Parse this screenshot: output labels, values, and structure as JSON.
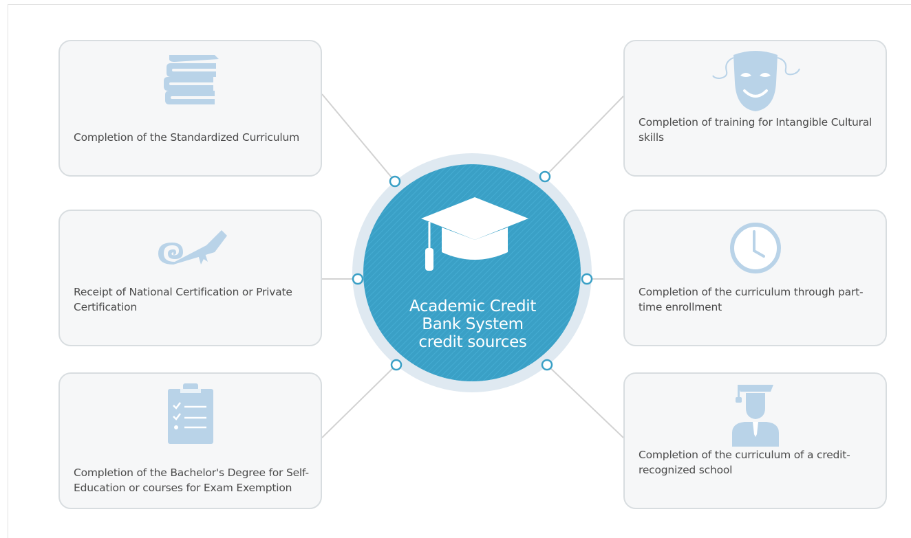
{
  "center": {
    "title_lines": [
      "Academic Credit",
      "Bank System",
      "credit sources"
    ],
    "icon": "graduation-cap-icon",
    "color": "#3aa0c6",
    "ring_color": "#dfe9f1"
  },
  "sources": [
    {
      "id": "standardized-curriculum",
      "icon": "books-icon",
      "text": "Completion of the Standardized Curriculum"
    },
    {
      "id": "certification",
      "icon": "diploma-scroll-icon",
      "text": "Receipt of National Certification or Private Certification"
    },
    {
      "id": "bachelors-self-education",
      "icon": "clipboard-checklist-icon",
      "text": "Completion of the Bachelor's Degree for Self-Education or courses for Exam Exemption"
    },
    {
      "id": "intangible-cultural",
      "icon": "theater-mask-icon",
      "text": "Completion of training for Intangible Cultural skills"
    },
    {
      "id": "part-time",
      "icon": "clock-icon",
      "text": "Completion of  the curriculum through part-time enrollment"
    },
    {
      "id": "credit-recognized-school",
      "icon": "graduate-person-icon",
      "text": "Completion of  the curriculum of a credit-recognized school"
    }
  ],
  "colors": {
    "icon": "#b9d3e8",
    "card_border": "#d8dde0",
    "card_bg": "#f6f7f8",
    "connector": "#d2d2d2",
    "node_stroke": "#3aa0c6"
  }
}
